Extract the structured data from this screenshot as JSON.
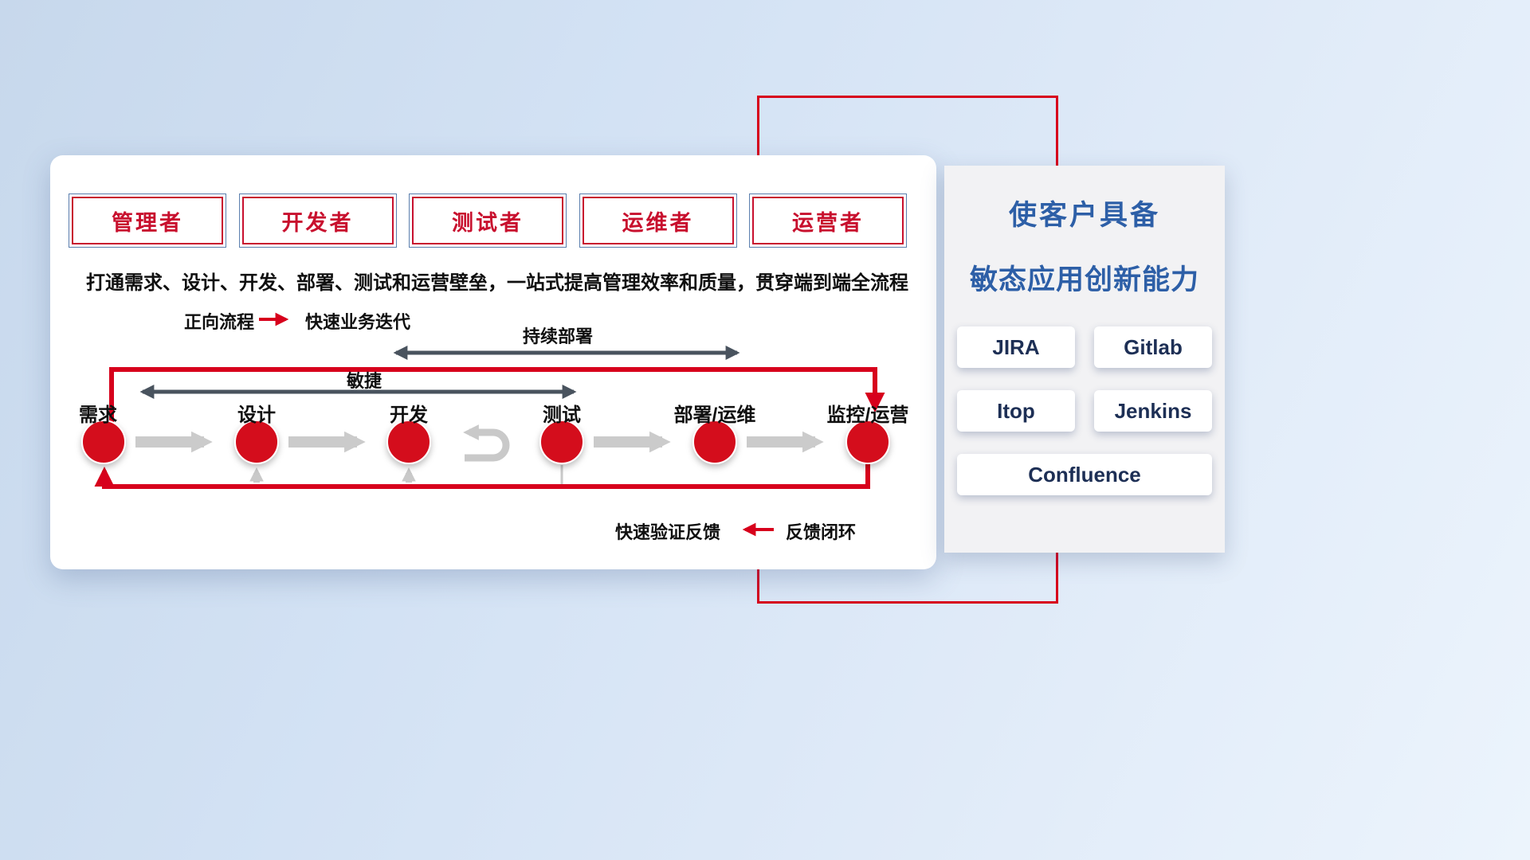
{
  "page": {
    "roles": [
      "管理者",
      "开发者",
      "测试者",
      "运维者",
      "运营者"
    ],
    "subtitle": "打通需求、设计、开发、部署、测试和运营壁垒，一站式提高管理效率和质量，贯穿端到端全流程",
    "forward_legend": {
      "label": "正向流程",
      "desc": "快速业务迭代"
    },
    "continuous_deploy_label": "持续部署",
    "agile_label": "敏捷",
    "steps": [
      "需求",
      "设计",
      "开发",
      "测试",
      "部署/运维",
      "监控/运营"
    ],
    "feedback_legend": {
      "label": "快速验证反馈",
      "desc": "反馈闭环"
    },
    "panel": {
      "title_line1": "使客户具备",
      "title_line2": "敏态应用创新能力",
      "tools": [
        "JIRA",
        "Gitlab",
        "Itop",
        "Jenkins",
        "Confluence"
      ]
    },
    "colors": {
      "accent_red": "#d7001c",
      "title_blue": "#2d5fa7",
      "dark_arrow": "#49535e",
      "gray_arrow": "#c9c9c9"
    }
  }
}
